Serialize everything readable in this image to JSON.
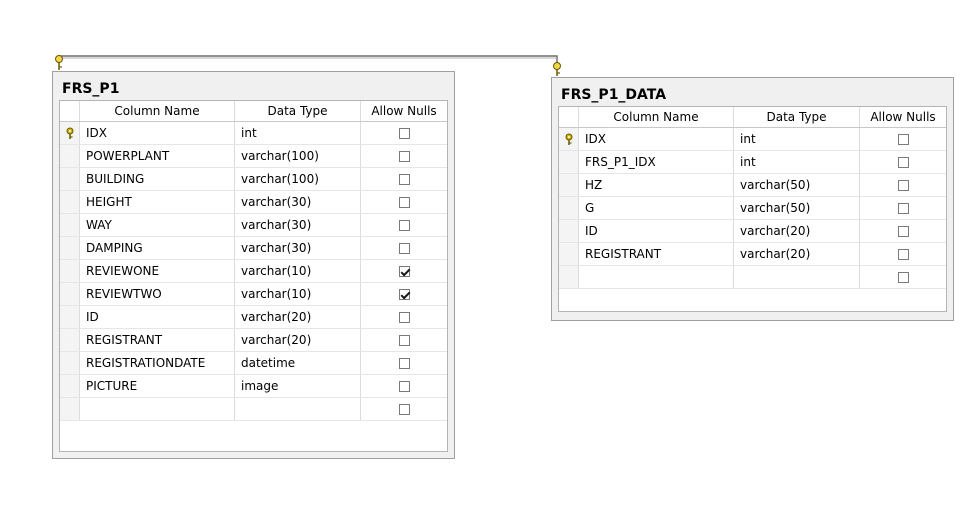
{
  "headers": {
    "column_name": "Column Name",
    "data_type": "Data Type",
    "allow_nulls": "Allow Nulls"
  },
  "tables": [
    {
      "title": "FRS_P1",
      "rows": [
        {
          "name": "IDX",
          "type": "int",
          "nulls": false,
          "pk": true
        },
        {
          "name": "POWERPLANT",
          "type": "varchar(100)",
          "nulls": false
        },
        {
          "name": "BUILDING",
          "type": "varchar(100)",
          "nulls": false
        },
        {
          "name": "HEIGHT",
          "type": "varchar(30)",
          "nulls": false
        },
        {
          "name": "WAY",
          "type": "varchar(30)",
          "nulls": false
        },
        {
          "name": "DAMPING",
          "type": "varchar(30)",
          "nulls": false
        },
        {
          "name": "REVIEWONE",
          "type": "varchar(10)",
          "nulls": true
        },
        {
          "name": "REVIEWTWO",
          "type": "varchar(10)",
          "nulls": true
        },
        {
          "name": "ID",
          "type": "varchar(20)",
          "nulls": false
        },
        {
          "name": "REGISTRANT",
          "type": "varchar(20)",
          "nulls": false
        },
        {
          "name": "REGISTRATIONDATE",
          "type": "datetime",
          "nulls": false
        },
        {
          "name": "PICTURE",
          "type": "image",
          "nulls": false
        },
        {
          "name": "",
          "type": "",
          "nulls": false
        }
      ]
    },
    {
      "title": "FRS_P1_DATA",
      "rows": [
        {
          "name": "IDX",
          "type": "int",
          "nulls": false,
          "pk": true
        },
        {
          "name": "FRS_P1_IDX",
          "type": "int",
          "nulls": false
        },
        {
          "name": "HZ",
          "type": "varchar(50)",
          "nulls": false
        },
        {
          "name": "G",
          "type": "varchar(50)",
          "nulls": false
        },
        {
          "name": "ID",
          "type": "varchar(20)",
          "nulls": false
        },
        {
          "name": "REGISTRANT",
          "type": "varchar(20)",
          "nulls": false
        },
        {
          "name": "",
          "type": "",
          "nulls": false
        }
      ]
    }
  ],
  "relationship": {
    "from": "FRS_P1",
    "to": "FRS_P1_DATA"
  },
  "colors": {
    "key": "#d4b200",
    "line": "#6e6e6e"
  }
}
